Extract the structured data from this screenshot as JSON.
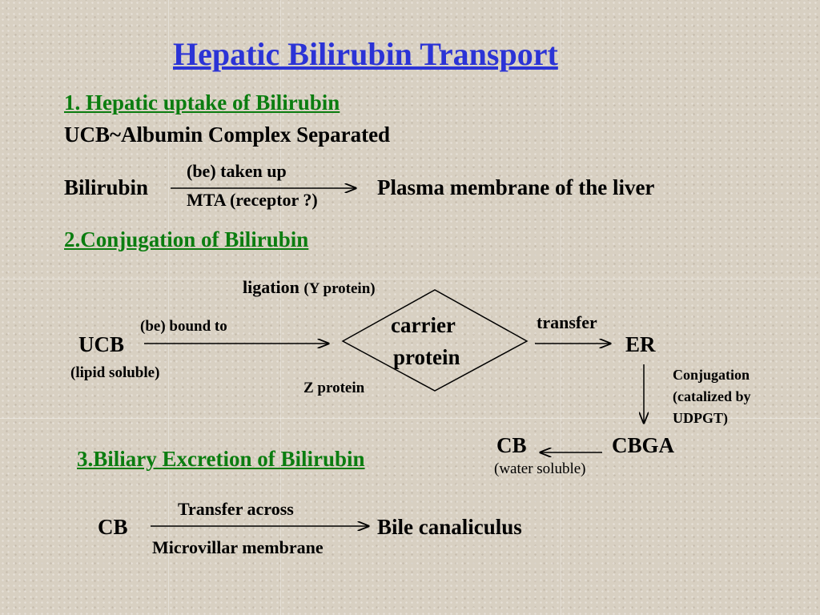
{
  "title": "Hepatic Bilirubin Transport",
  "section1": {
    "heading": "1. Hepatic uptake of Bilirubin",
    "line": "UCB~Albumin Complex Separated",
    "left": "Bilirubin",
    "arrow_top": "(be) taken up",
    "arrow_bottom": "MTA (receptor ?)",
    "right": "Plasma membrane of the liver"
  },
  "section2": {
    "heading": "2.Conjugation of Bilirubin",
    "ligation_label": "ligation",
    "ligation_note": "(Y protein)",
    "ucb": "UCB",
    "ucb_note": "(lipid soluble)",
    "bound_label": "(be) bound to",
    "carrier_line1": "carrier",
    "carrier_line2": "protein",
    "z_protein": "Z protein",
    "transfer_label": "transfer",
    "er": "ER",
    "conj_line1": "Conjugation",
    "conj_line2": "(catalized by",
    "conj_line3": "UDPGT)",
    "cb": "CB",
    "cbga": "CBGA",
    "cb_note": "(water soluble)"
  },
  "section3": {
    "heading": "3.Biliary Excretion of Bilirubin",
    "left": "CB",
    "arrow_top": "Transfer  across",
    "arrow_bottom": "Microvillar membrane",
    "right": "Bile canaliculus"
  }
}
